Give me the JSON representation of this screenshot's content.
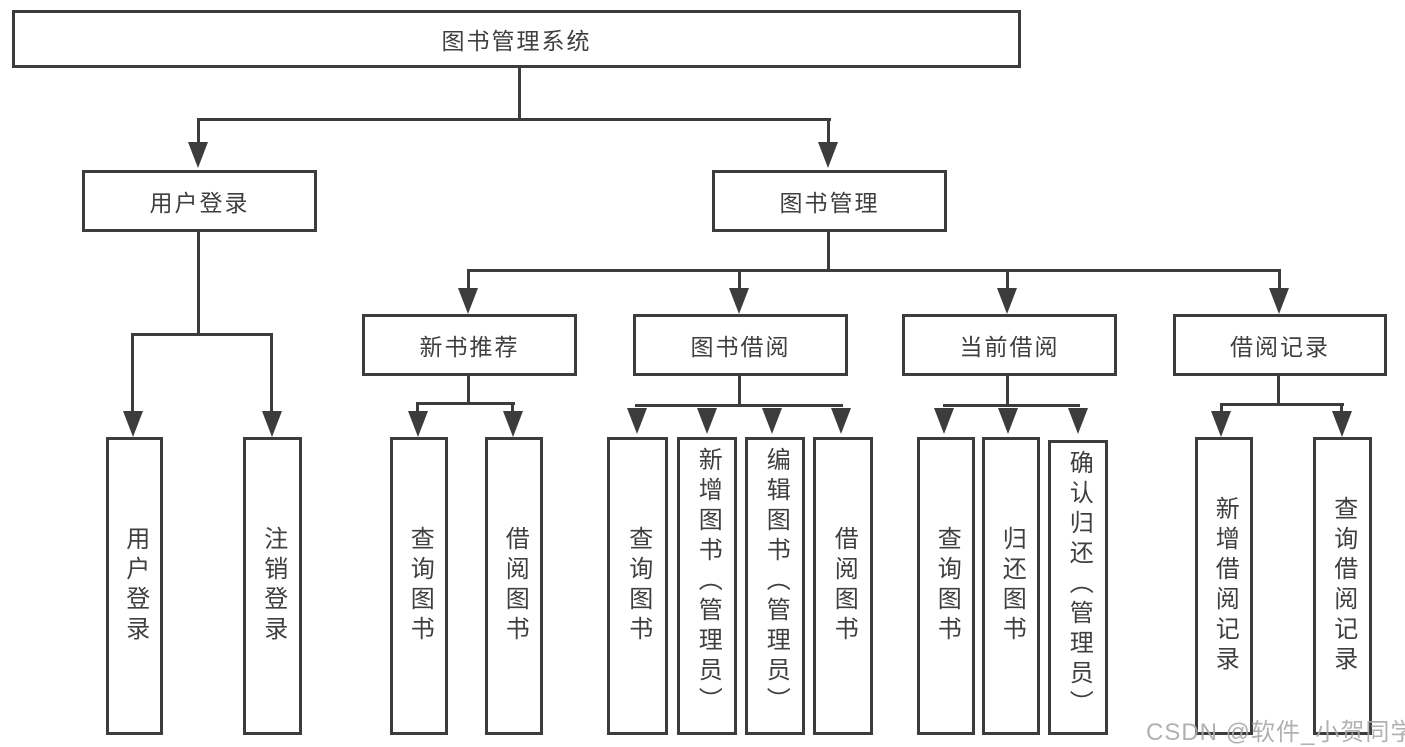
{
  "diagram_title": "图书管理系统",
  "nodes": {
    "root": {
      "label": "图书管理系统"
    },
    "user_login": {
      "label": "用户登录"
    },
    "book_mgmt": {
      "label": "图书管理"
    },
    "new_book_rec": {
      "label": "新书推荐"
    },
    "book_borrow": {
      "label": "图书借阅"
    },
    "current_borrow": {
      "label": "当前借阅"
    },
    "borrow_record": {
      "label": "借阅记录"
    }
  },
  "leaves": [
    {
      "label": "用户登录",
      "parent": "用户登录"
    },
    {
      "label": "注销登录",
      "parent": "用户登录"
    },
    {
      "label": "查询图书",
      "parent": "新书推荐"
    },
    {
      "label": "借阅图书",
      "parent": "新书推荐"
    },
    {
      "label": "查询图书",
      "parent": "图书借阅"
    },
    {
      "label": "新增图书（管理员）",
      "parent": "图书借阅"
    },
    {
      "label": "编辑图书（管理员）",
      "parent": "图书借阅"
    },
    {
      "label": "借阅图书",
      "parent": "图书借阅"
    },
    {
      "label": "查询图书",
      "parent": "当前借阅"
    },
    {
      "label": "归还图书",
      "parent": "当前借阅"
    },
    {
      "label": "确认归还（管理员）",
      "parent": "当前借阅"
    },
    {
      "label": "新增借阅记录",
      "parent": "借阅记录"
    },
    {
      "label": "查询借阅记录",
      "parent": "借阅记录"
    }
  ],
  "watermark": "CSDN @软件_小贺同学",
  "colors": {
    "line": "#3c3c3c",
    "text": "#3f3f3f",
    "background": "#ffffff",
    "watermark": "#a8a8a8"
  }
}
